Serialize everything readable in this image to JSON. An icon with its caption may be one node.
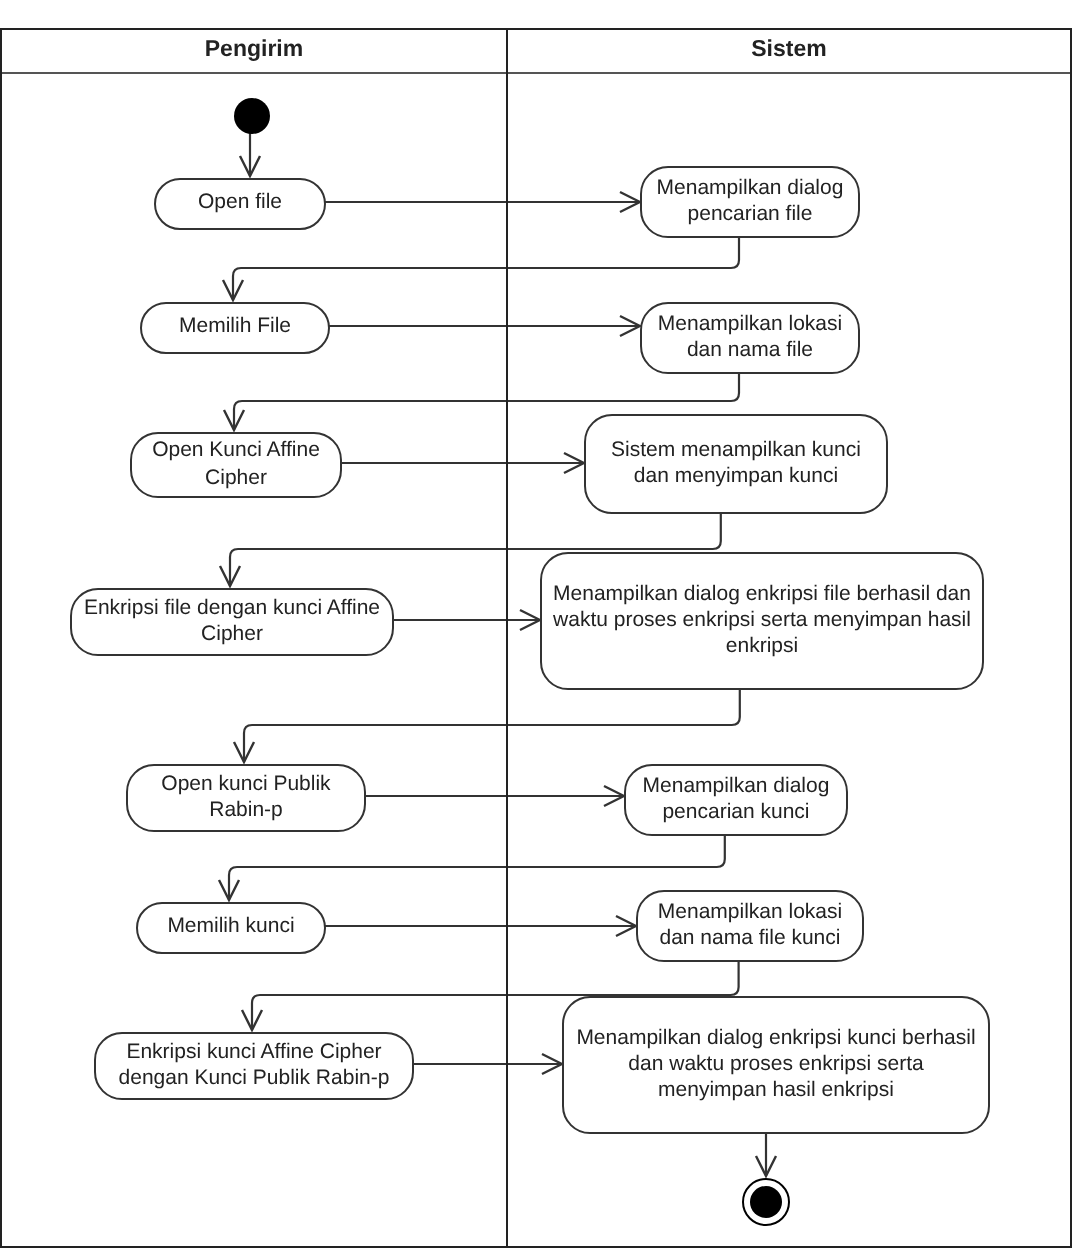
{
  "diagram": {
    "nodes": [
      {
        "text": [
          "Pengirim"
        ]
      },
      {
        "text": [
          "Sistem"
        ]
      },
      {
        "text": [],
        "shape": "circle",
        "in": 0
      },
      {
        "text": [
          "Open file"
        ],
        "in": 0
      },
      {
        "text": [
          "Menampilkan dialog pencarian file"
        ],
        "in": 1
      },
      {
        "text": [
          "Memilih File"
        ],
        "in": 0
      },
      {
        "text": [
          "Menampilkan lokasi dan nama file"
        ],
        "in": 1
      },
      {
        "text": [
          "Open Kunci Affine Cipher"
        ],
        "in": 0
      },
      {
        "text": [
          "Sistem menampilkan kunci dan menyimpan kunci"
        ],
        "in": 1
      },
      {
        "text": [
          "Enkripsi file dengan kunci Affine Cipher"
        ],
        "in": 0
      },
      {
        "text": [
          "Menampilkan dialog enkripsi file berhasil dan waktu proses enkripsi serta menyimpan hasil enkripsi"
        ],
        "in": 1
      },
      {
        "text": [
          "Open kunci Publik Rabin-p"
        ],
        "in": 0
      },
      {
        "text": [
          "Menampilkan dialog pencarian kunci"
        ],
        "in": 1
      },
      {
        "text": [
          "Memilih kunci"
        ],
        "in": 0
      },
      {
        "text": [
          "Menampilkan lokasi dan nama file kunci"
        ],
        "in": 1
      },
      {
        "text": [
          "Enkripsi kunci Affine Cipher dengan Kunci Publik Rabin-p"
        ],
        "in": 0
      },
      {
        "text": [
          "Menampilkan dialog enkripsi kunci berhasil dan waktu proses enkripsi serta menyimpan hasil enkripsi"
        ],
        "in": 1
      },
      {
        "text": [],
        "shape": "circle",
        "in": 1
      }
    ],
    "edges": [
      {
        "from": 2,
        "to": 3,
        "arrow": "to"
      },
      {
        "from": 3,
        "to": 4,
        "arrow": "to"
      },
      {
        "from": 4,
        "to": 5,
        "arrow": "to"
      },
      {
        "from": 5,
        "to": 6,
        "arrow": "to"
      },
      {
        "from": 6,
        "to": 7,
        "arrow": "to"
      },
      {
        "from": 7,
        "to": 8,
        "arrow": "to"
      },
      {
        "from": 8,
        "to": 9,
        "arrow": "to"
      },
      {
        "from": 9,
        "to": 10,
        "arrow": "to"
      },
      {
        "from": 10,
        "to": 11,
        "arrow": "to"
      },
      {
        "from": 11,
        "to": 12,
        "arrow": "to"
      },
      {
        "from": 12,
        "to": 13,
        "arrow": "to"
      },
      {
        "from": 13,
        "to": 14,
        "arrow": "to"
      },
      {
        "from": 14,
        "to": 15,
        "arrow": "to"
      },
      {
        "from": 15,
        "to": 16,
        "arrow": "to"
      },
      {
        "from": 16,
        "to": 17,
        "arrow": "to"
      }
    ]
  }
}
